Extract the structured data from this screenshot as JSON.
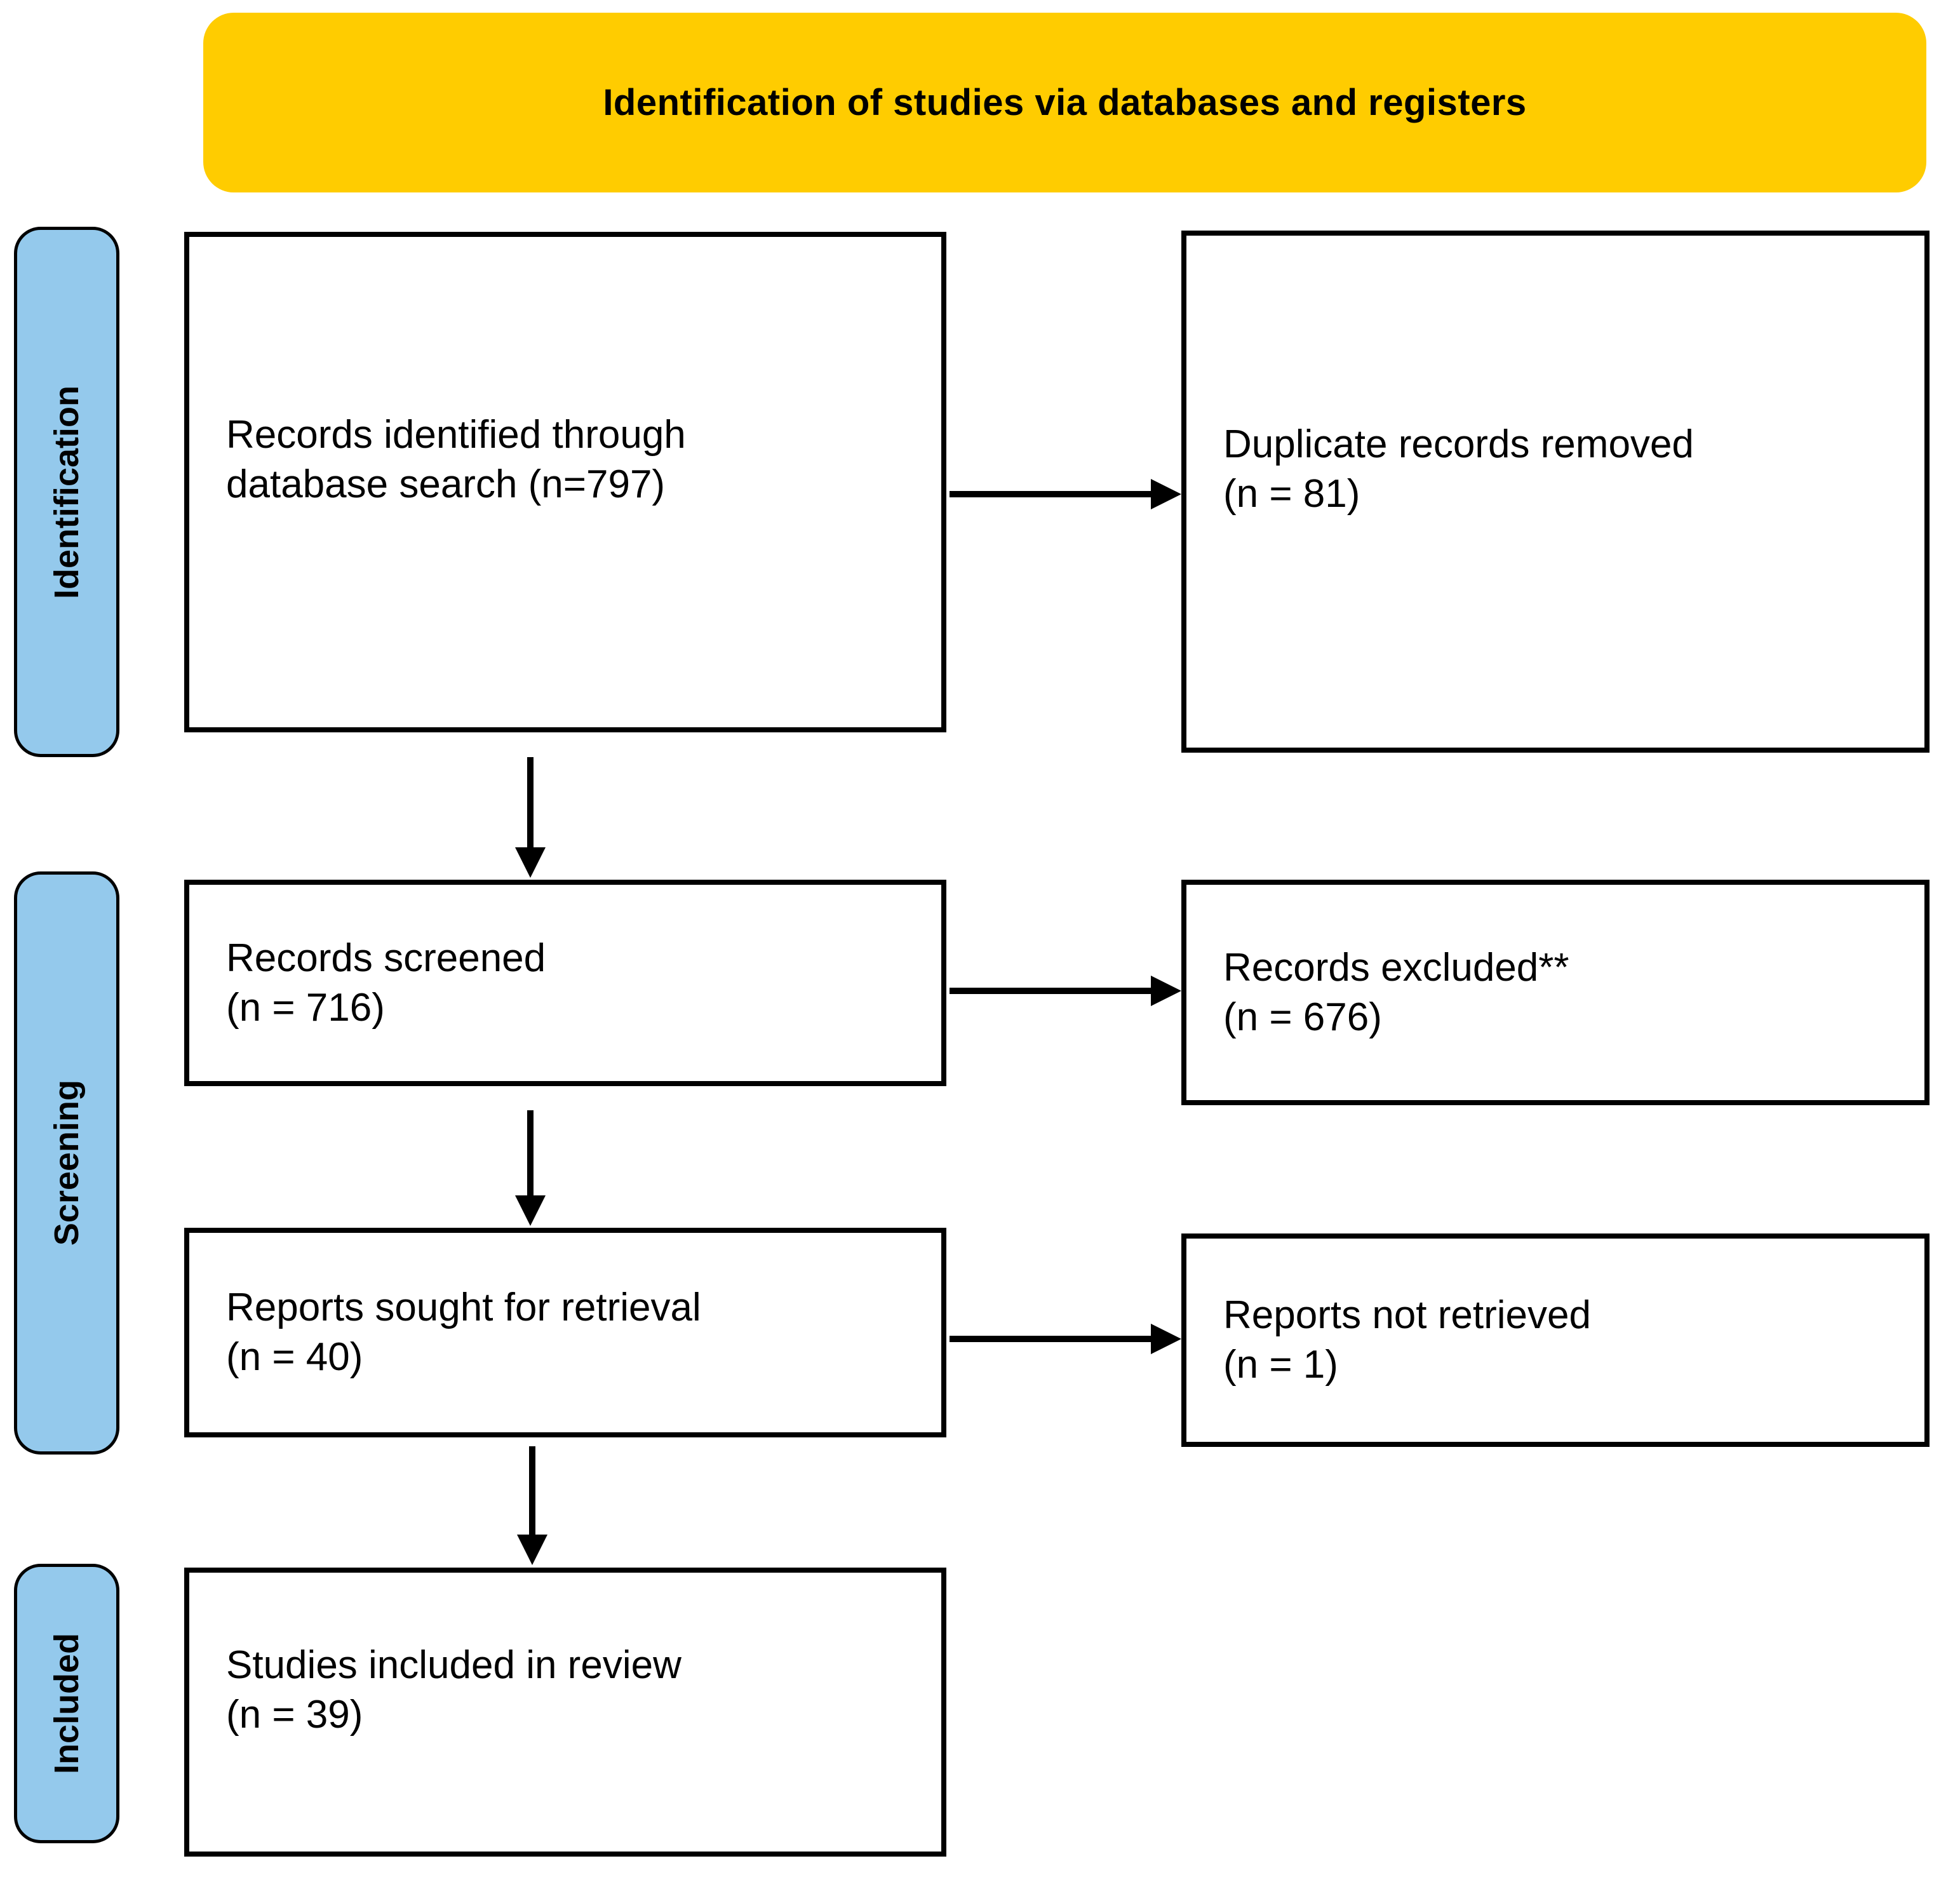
{
  "header": {
    "title": "Identification of studies via databases and registers",
    "bg_color": "#FFCC00"
  },
  "sidebar": {
    "bg_color": "#94C9EC",
    "stages": [
      {
        "label": "Identification"
      },
      {
        "label": "Screening"
      },
      {
        "label": "Included"
      }
    ]
  },
  "boxes": {
    "identified": {
      "line1": "Records identified through",
      "line2": "database search (n=797)"
    },
    "duplicates": {
      "line1": "Duplicate records removed",
      "line2": "(n = 81)"
    },
    "screened": {
      "line1": "Records screened",
      "line2": "(n = 716)"
    },
    "excluded": {
      "line1": "Records excluded**",
      "line2": "(n = 676)"
    },
    "sought": {
      "line1": "Reports sought for retrieval",
      "line2": "(n = 40)"
    },
    "not_retrieved": {
      "line1": "Reports not retrieved",
      "line2": "(n = 1)"
    },
    "included": {
      "line1": "Studies included in review",
      "line2": "(n = 39)"
    }
  },
  "arrows": [
    {
      "icon": "arrow-right-icon",
      "from": "records-identified",
      "to": "duplicates-removed"
    },
    {
      "icon": "arrow-down-icon",
      "from": "records-identified",
      "to": "records-screened"
    },
    {
      "icon": "arrow-right-icon",
      "from": "records-screened",
      "to": "records-excluded"
    },
    {
      "icon": "arrow-down-icon",
      "from": "records-screened",
      "to": "reports-sought"
    },
    {
      "icon": "arrow-right-icon",
      "from": "reports-sought",
      "to": "reports-not-retrieved"
    },
    {
      "icon": "arrow-down-icon",
      "from": "reports-sought",
      "to": "studies-included"
    }
  ],
  "colors": {
    "border": "#000000",
    "text": "#000000",
    "background": "#FFFFFF"
  }
}
